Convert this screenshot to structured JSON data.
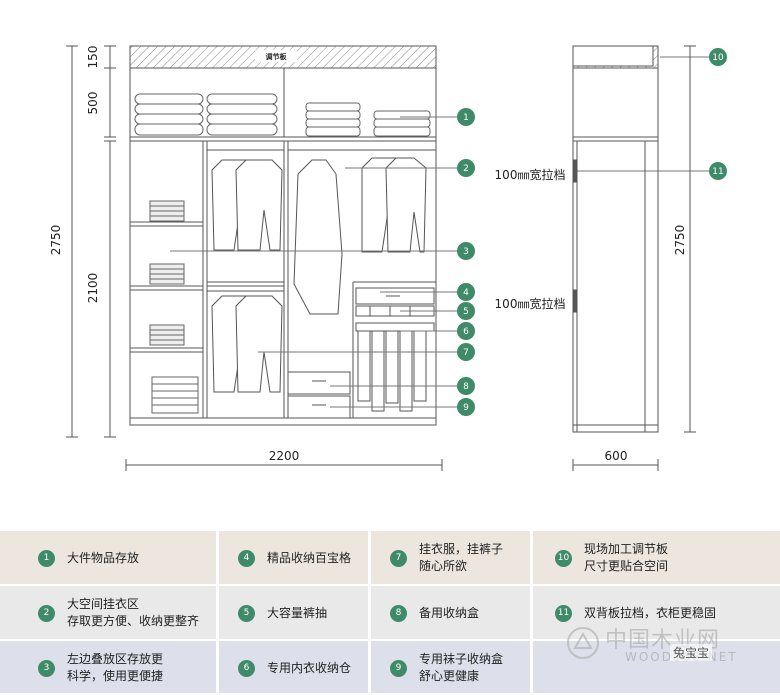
{
  "front_view": {
    "panel_label": "调节板",
    "height_top": "150",
    "height_upper": "500",
    "height_total": "2750",
    "height_lower": "2100",
    "width": "2200"
  },
  "side_view": {
    "height_total": "2750",
    "depth": "600",
    "pull_bar_label_1": "100㎜宽拉档",
    "pull_bar_label_2": "100㎜宽拉档"
  },
  "callouts": [
    "1",
    "2",
    "3",
    "4",
    "5",
    "6",
    "7",
    "8",
    "9",
    "10",
    "11"
  ],
  "legend": [
    [
      {
        "num": "1",
        "text": "大件物品存放"
      },
      {
        "num": "4",
        "text": "精品收纳百宝格"
      },
      {
        "num": "7",
        "text": "挂衣服，挂裤子\n随心所欲"
      },
      {
        "num": "10",
        "text": "现场加工调节板\n尺寸更贴合空间"
      }
    ],
    [
      {
        "num": "2",
        "text": "大空间挂衣区\n存取更方便、收纳更整齐"
      },
      {
        "num": "5",
        "text": "大容量裤抽"
      },
      {
        "num": "8",
        "text": "备用收纳盒"
      },
      {
        "num": "11",
        "text": "双背板拉档，衣柜更稳固"
      }
    ],
    [
      {
        "num": "3",
        "text": "左边叠放区存放更\n科学，使用更便捷"
      },
      {
        "num": "6",
        "text": "专用内衣收纳仓"
      },
      {
        "num": "9",
        "text": "专用袜子收纳盒\n舒心更健康"
      },
      {
        "num": "",
        "text": ""
      }
    ]
  ],
  "watermark": {
    "main": "中国木业网",
    "sub": "WOOD168.NET",
    "tag": "兔宝宝"
  },
  "colors": {
    "callout_green": "#3f8a68",
    "legend_row_1": "#ece6de",
    "legend_row_2": "#e9e9e9",
    "legend_row_3": "#dde0ea"
  }
}
